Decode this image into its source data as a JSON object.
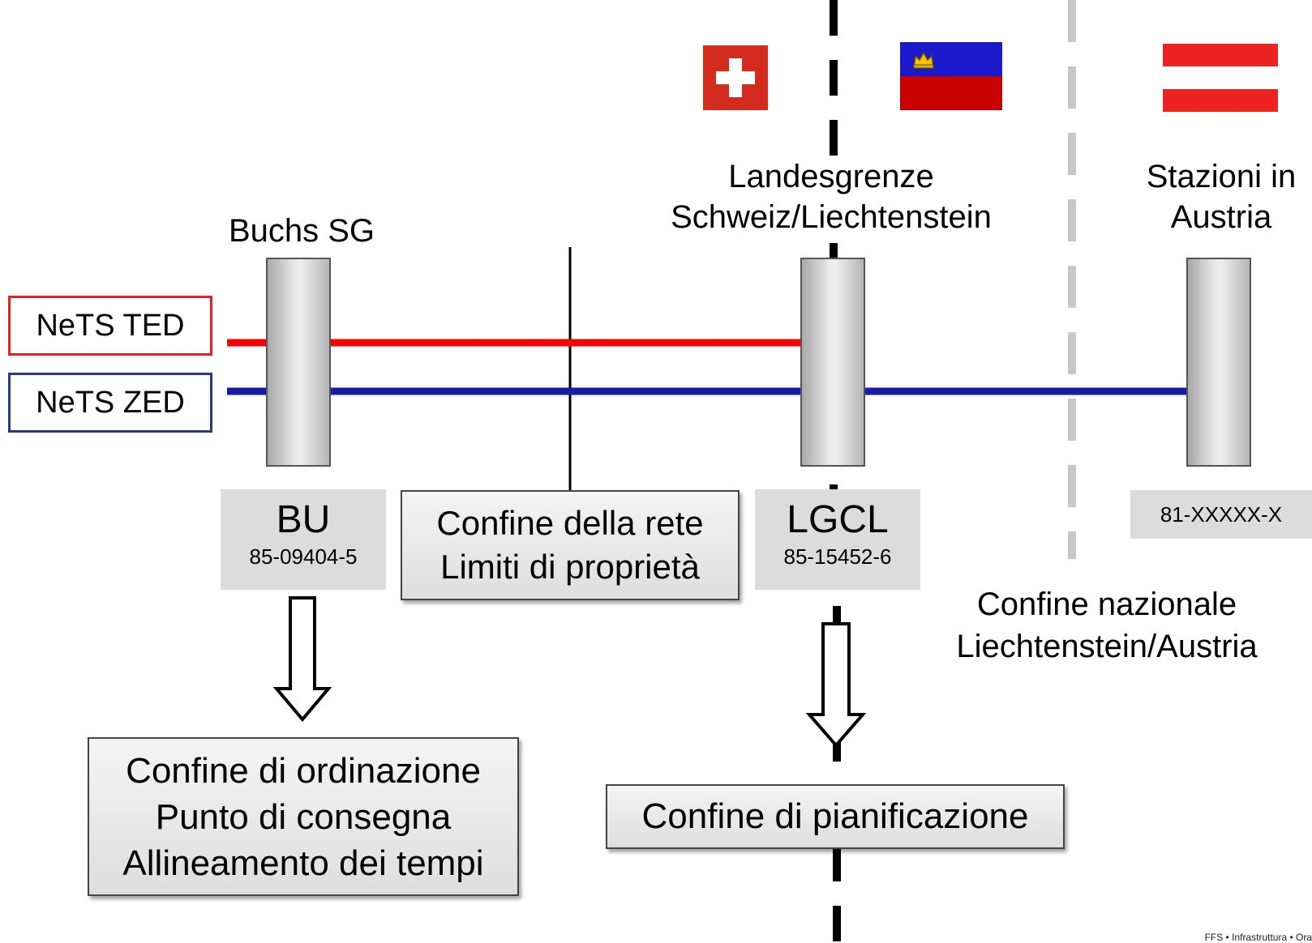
{
  "legend": {
    "ted_label": "NeTS TED",
    "zed_label": "NeTS ZED"
  },
  "colors": {
    "ted": "#ff0000",
    "zed": "#1a1aa8",
    "ted_border": "#e82020",
    "zed_border": "#2a3a80"
  },
  "stations": {
    "buchs": {
      "name": "Buchs SG",
      "code": "BU",
      "number": "85-09404-5"
    },
    "lgcl": {
      "code": "LGCL",
      "number": "85-15452-6"
    },
    "austria": {
      "name_line1": "Stazioni in",
      "name_line2": "Austria",
      "number": "81-XXXXX-X"
    }
  },
  "borders": {
    "ch_li_line1": "Landesgrenze",
    "ch_li_line2": "Schweiz/Liechtenstein",
    "li_at_line1": "Confine nazionale",
    "li_at_line2": "Liechtenstein/Austria"
  },
  "boxes": {
    "network_line1": "Confine della rete",
    "network_line2": "Limiti di proprietà",
    "ordering_line1": "Confine di ordinazione",
    "ordering_line2": "Punto di consegna",
    "ordering_line3": "Allineamento dei tempi",
    "planning": "Confine di pianificazione"
  },
  "flags": {
    "switzerland": "swiss-flag",
    "liechtenstein": "liechtenstein-flag",
    "austria": "austrian-flag"
  },
  "footer": "FFS • Infrastruttura • Ora"
}
